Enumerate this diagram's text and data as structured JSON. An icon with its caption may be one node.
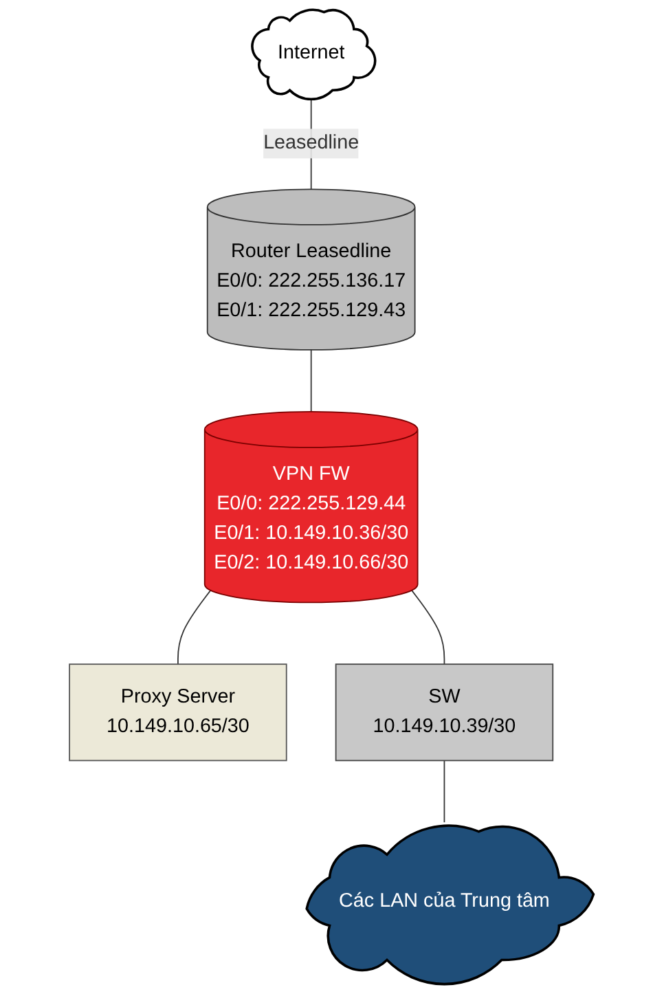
{
  "diagram": {
    "nodes": [
      {
        "text": [
          "Internet"
        ]
      },
      {
        "text": [
          "Router Leasedline",
          "E0/0: 222.255.136.17",
          "E0/1: 222.255.129.43"
        ]
      },
      {
        "text": [
          "VPN FW",
          "E0/0: 222.255.129.44",
          "E0/1: 10.149.10.36/30",
          "E0/2: 10.149.10.66/30"
        ]
      },
      {
        "text": [
          "Proxy Server",
          "10.149.10.65/30"
        ]
      },
      {
        "text": [
          "SW",
          "10.149.10.39/30"
        ]
      },
      {
        "text": [
          "Các LAN của Trung tâm"
        ]
      }
    ],
    "edges": [
      {
        "from": 0,
        "to": 1,
        "arrow": "none",
        "label": "Leasedline"
      },
      {
        "from": 1,
        "to": 2,
        "arrow": "none"
      },
      {
        "from": 2,
        "to": 3,
        "arrow": "none"
      },
      {
        "from": 2,
        "to": 4,
        "arrow": "none"
      },
      {
        "from": 4,
        "to": 5,
        "arrow": "none"
      }
    ]
  }
}
